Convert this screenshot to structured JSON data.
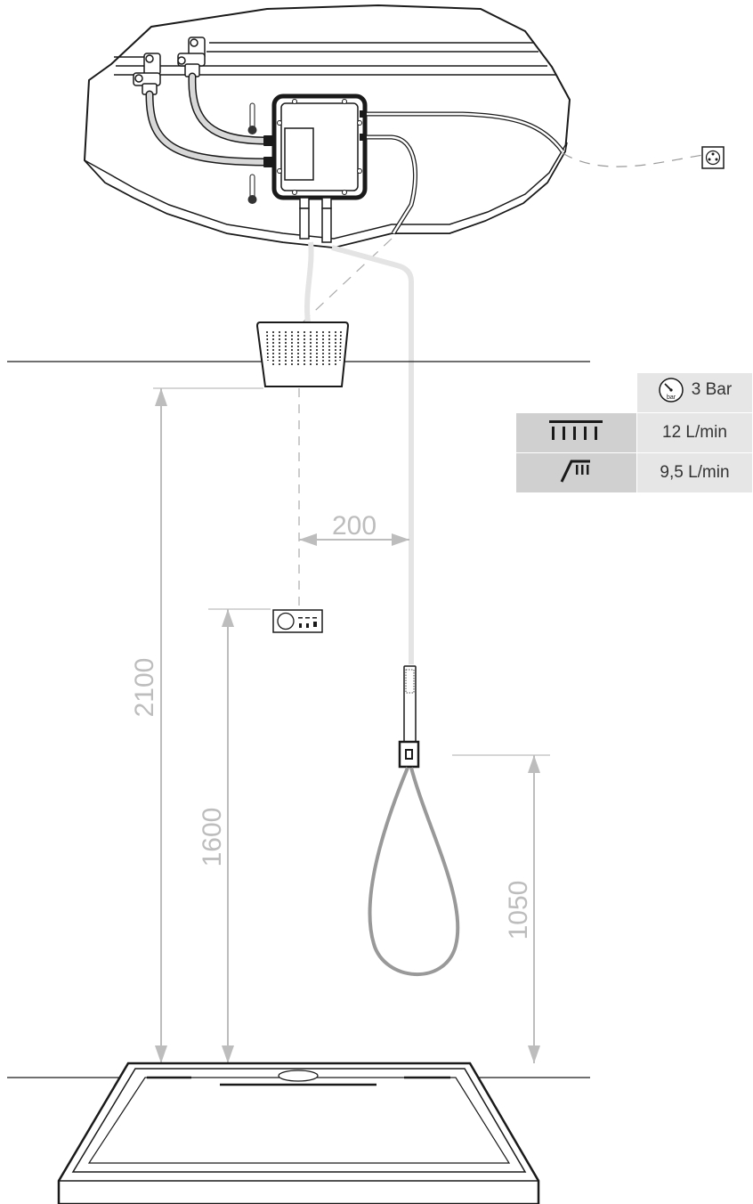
{
  "dimensions": {
    "overhead_height": "2100",
    "controller_height": "1600",
    "hand_shower_height": "1050",
    "horizontal_offset": "200"
  },
  "specs": {
    "pressure": {
      "icon": "pressure-gauge-icon",
      "gauge_unit": "bar",
      "value": "3 Bar"
    },
    "rows": [
      {
        "icon": "rain-shower-icon",
        "value": "12 L/min"
      },
      {
        "icon": "hand-shower-icon",
        "value": "9,5 L/min"
      }
    ]
  },
  "colors": {
    "line": "#1a1a1a",
    "dimension": "#bdbdbd",
    "pipe_light": "#e4e4e4",
    "hose": "#999999",
    "table_icon_bg": "#d0d0d0",
    "table_value_bg": "#e6e6e6"
  }
}
